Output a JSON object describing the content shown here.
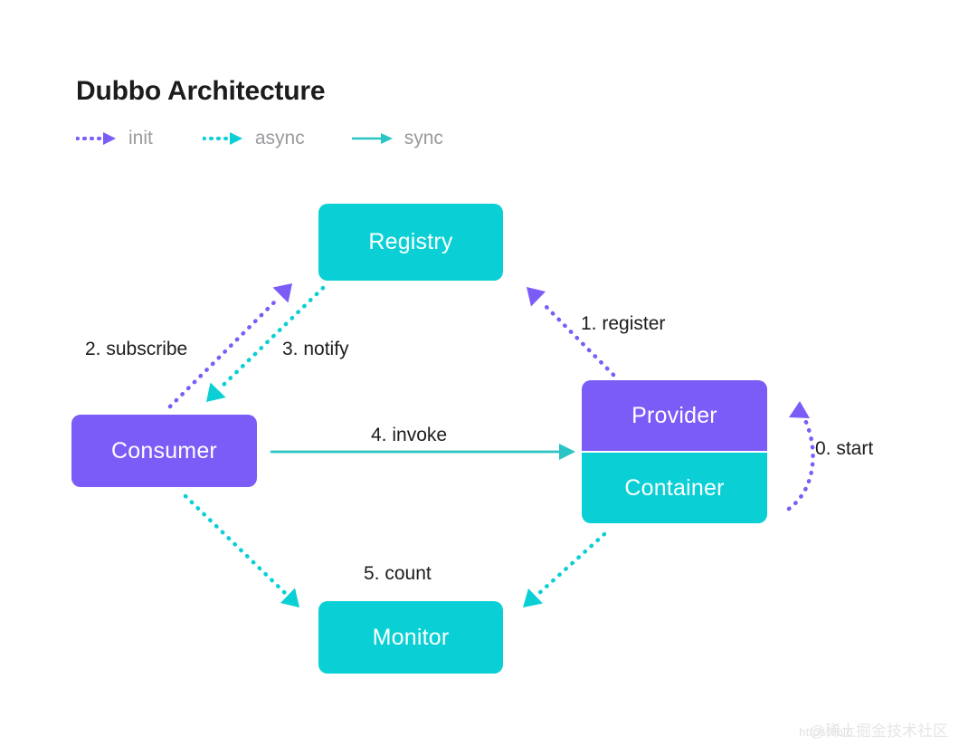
{
  "header": {
    "title": "Dubbo Architecture"
  },
  "legend": {
    "items": [
      {
        "label": "init",
        "style": "dotted",
        "color": "#7b5cf6",
        "icon": "dotted-arrow-icon"
      },
      {
        "label": "async",
        "style": "dotted",
        "color": "#0ad0d6",
        "icon": "dotted-arrow-icon"
      },
      {
        "label": "sync",
        "style": "solid",
        "color": "#2bc4c4",
        "icon": "solid-arrow-icon"
      }
    ]
  },
  "nodes": [
    {
      "id": "registry",
      "label": "Registry",
      "color": "#0ad0d6"
    },
    {
      "id": "consumer",
      "label": "Consumer",
      "color": "#7b5cf6"
    },
    {
      "id": "provider",
      "label": "Provider",
      "color": "#7b5cf6"
    },
    {
      "id": "container",
      "label": "Container",
      "color": "#0ad0d6"
    },
    {
      "id": "monitor",
      "label": "Monitor",
      "color": "#0ad0d6"
    }
  ],
  "edges": [
    {
      "id": "start",
      "label": "0. start",
      "from": "container",
      "to": "provider",
      "style": "dotted",
      "color": "#7b5cf6"
    },
    {
      "id": "register",
      "label": "1. register",
      "from": "provider",
      "to": "registry",
      "style": "dotted",
      "color": "#7b5cf6"
    },
    {
      "id": "subscribe",
      "label": "2. subscribe",
      "from": "consumer",
      "to": "registry",
      "style": "dotted",
      "color": "#7b5cf6"
    },
    {
      "id": "notify",
      "label": "3. notify",
      "from": "registry",
      "to": "consumer",
      "style": "dotted",
      "color": "#0ad0d6"
    },
    {
      "id": "invoke",
      "label": "4. invoke",
      "from": "consumer",
      "to": "provider",
      "style": "solid",
      "color": "#2bc4c4"
    },
    {
      "id": "count-consumer",
      "label": "5. count",
      "from": "consumer",
      "to": "monitor",
      "style": "dotted",
      "color": "#0ad0d6"
    },
    {
      "id": "count-container",
      "label": "",
      "from": "container",
      "to": "monitor",
      "style": "dotted",
      "color": "#0ad0d6"
    }
  ],
  "watermark": {
    "url": "https://blo",
    "handle": "@稀土掘金技术社区"
  },
  "palette": {
    "teal": "#0ad0d6",
    "teal_line": "#2bc4c4",
    "purple": "#7b5cf6",
    "text": "#1c1c1e",
    "muted": "#9a9a9e",
    "background": "#ffffff"
  }
}
